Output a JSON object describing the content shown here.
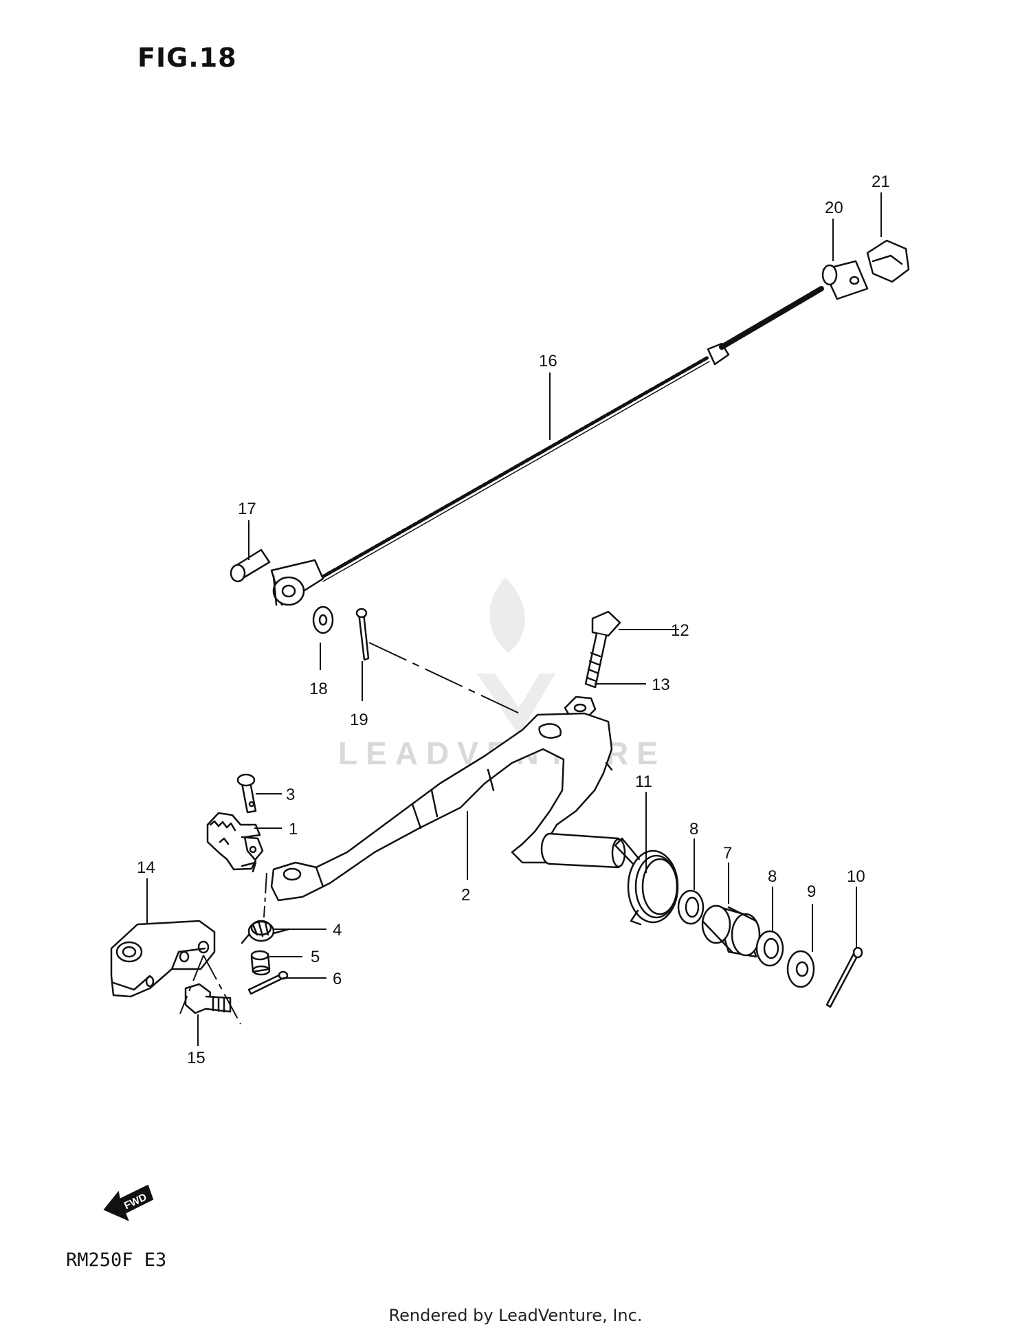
{
  "figure_title": "FIG.18",
  "model_code": "RM250F E3",
  "footer": "Rendered by LeadVenture, Inc.",
  "watermark": "LEADVENTURE",
  "fwd_label": "FWD",
  "callouts": {
    "c1": "1",
    "c2": "2",
    "c3": "3",
    "c4": "4",
    "c5": "5",
    "c6": "6",
    "c7": "7",
    "c8a": "8",
    "c8b": "8",
    "c9": "9",
    "c10": "10",
    "c11": "11",
    "c12": "12",
    "c13": "13",
    "c14": "14",
    "c15": "15",
    "c16": "16",
    "c17": "17",
    "c18": "18",
    "c19": "19",
    "c20": "20",
    "c21": "21"
  }
}
